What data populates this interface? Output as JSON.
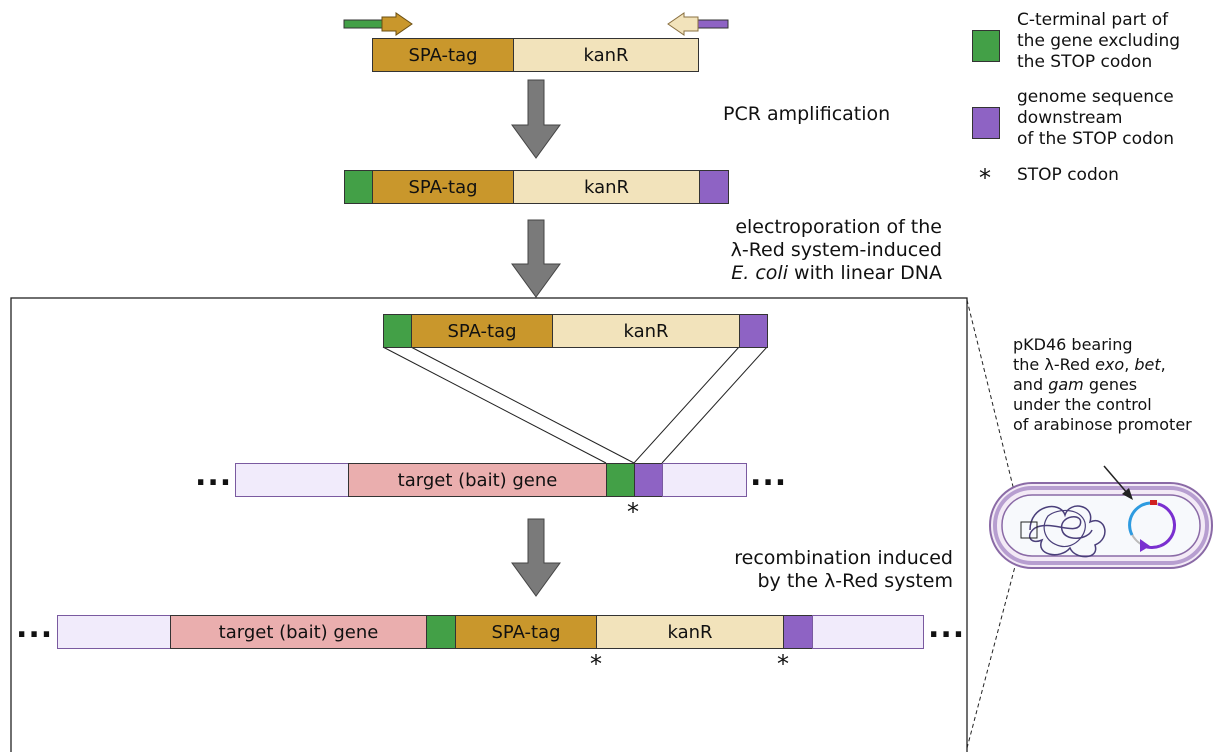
{
  "labels": {
    "spa_tag": "SPA-tag",
    "kanR": "kanR",
    "target_gene": "target (bait) gene"
  },
  "steps": {
    "pcr": "PCR amplification",
    "electroporation_line1": "electroporation of the",
    "electroporation_line2": "λ-Red system-induced",
    "electroporation_ecoli": "E. coli",
    "electroporation_rest": " with linear DNA",
    "recombination_line1": "recombination induced",
    "recombination_line2": "by the λ-Red system"
  },
  "legend": {
    "green_line1": "C-terminal part of",
    "green_line2": "the gene excluding",
    "green_line3": "the STOP codon",
    "purple_line1": "genome sequence",
    "purple_line2": "downstream",
    "purple_line3": "of the STOP codon",
    "star_symbol": "*",
    "star_label": "STOP codon"
  },
  "plasmid_note": {
    "line1": "pKD46 bearing",
    "line2_a": "the λ-Red ",
    "line2_exo": "exo",
    "line2_b": ", ",
    "line2_bet": "bet",
    "line2_c": ",",
    "line3_a": "and ",
    "line3_gam": "gam",
    "line3_b": " genes",
    "line4": "under the control",
    "line5": "of arabinose promoter"
  },
  "symbols": {
    "stop": "*",
    "ellipsis": "..."
  },
  "colors": {
    "green": "#43a047",
    "purple": "#8e63c4",
    "spa_tag": "#c9972c",
    "kanR": "#f2e3bb",
    "target_gene": "#eaaeae",
    "flank": "#f1ebfb",
    "arrow_gray": "#7a7a7a",
    "cell_membrane": "#9b7bb5"
  }
}
